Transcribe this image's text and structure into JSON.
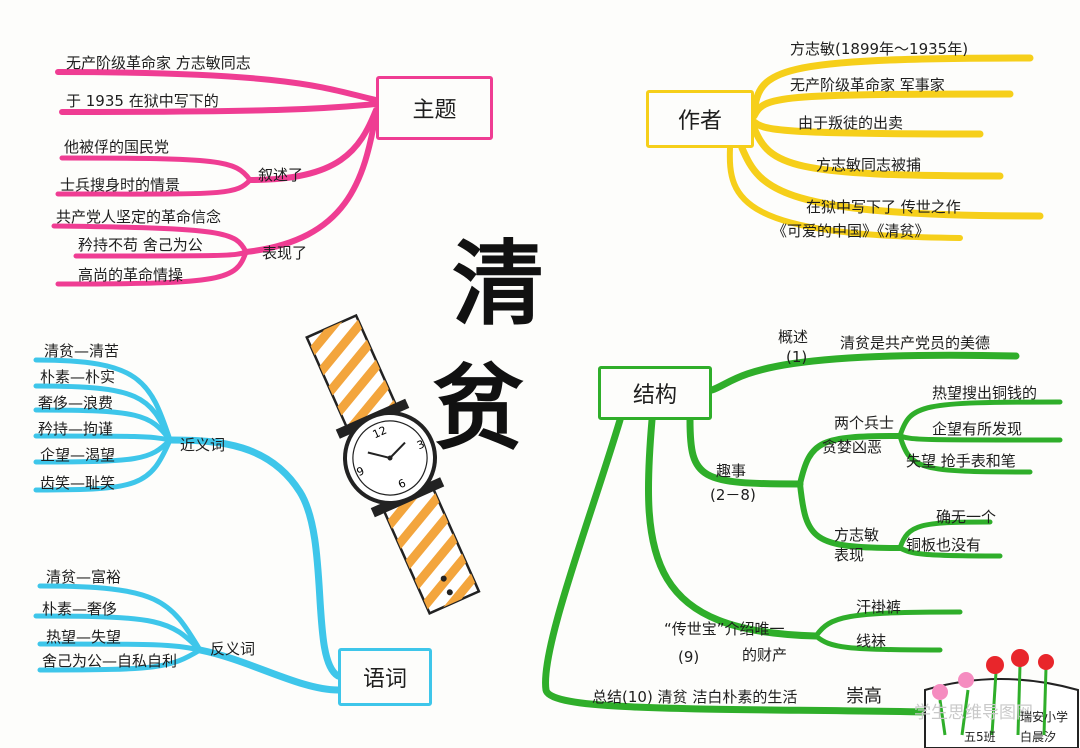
{
  "title": {
    "char1": "清",
    "char2": "贫"
  },
  "colors": {
    "pink": "#ef3d93",
    "yellow": "#f6cf1a",
    "cyan": "#3ec6ea",
    "green": "#2fae2a",
    "orange": "#f3a53d"
  },
  "theme": {
    "box": "主题",
    "lines": [
      "无产阶级革命家 方志敏同志",
      "于 1935 在狱中写下的"
    ],
    "narrate": {
      "label": "叙述了",
      "items": [
        "他被俘的国民党",
        "士兵搜身时的情景"
      ]
    },
    "show": {
      "label": "表现了",
      "items": [
        "共产党人坚定的革命信念",
        "矜持不苟 舍己为公",
        "高尚的革命情操"
      ]
    }
  },
  "author": {
    "box": "作者",
    "lines": [
      "方志敏(1899年～1935年)",
      "无产阶级革命家 军事家",
      "由于叛徒的出卖",
      "方志敏同志被捕",
      "在狱中写下了 传世之作",
      "《可爱的中国》《清贫》"
    ]
  },
  "words": {
    "box": "语词",
    "synonyms": {
      "label": "近义词",
      "items": [
        "清贫—清苦",
        "朴素—朴实",
        "奢侈—浪费",
        "矜持—拘谨",
        "企望—渴望",
        "齿笑—耻笑"
      ]
    },
    "antonyms": {
      "label": "反义词",
      "items": [
        "清贫—富裕",
        "朴素—奢侈",
        "热望—失望",
        "舍己为公—自私自利"
      ]
    }
  },
  "structure": {
    "box": "结构",
    "overview": {
      "label": "概述",
      "sub": "(1)",
      "text": "清贫是共产党员的美德"
    },
    "story": {
      "label": "趣事",
      "sub": "(2－8)",
      "soldiers": {
        "label": "两个兵士",
        "label2": "贪婪凶恶",
        "items": [
          "热望搜出铜钱的",
          "企望有所发现",
          "失望 抢手表和笔"
        ]
      },
      "fang": {
        "label": "方志敏",
        "label2": "表现",
        "items": [
          "确无一个",
          "铜板也没有"
        ]
      }
    },
    "treasure": {
      "label": "“传世宝”介绍唯一",
      "label2": "的财产",
      "sub": "(9)",
      "items": [
        "汗褂裤",
        "线袜"
      ]
    },
    "summary": {
      "label": "总结(10) 清贫 洁白朴素的生活",
      "value": "崇高"
    }
  },
  "watermark": "学生思维导图网",
  "signature": {
    "school": "瑞安小学",
    "class": "五5班",
    "name": "白晨汐"
  }
}
